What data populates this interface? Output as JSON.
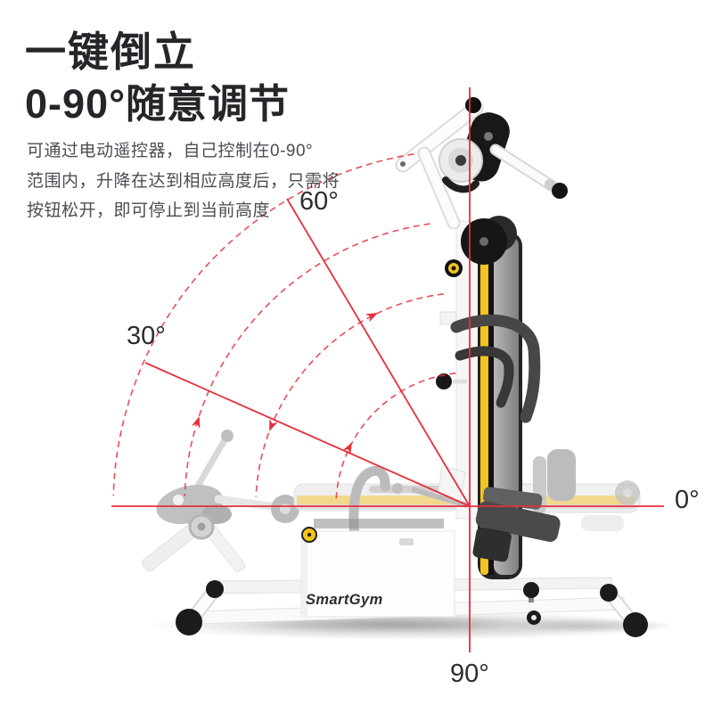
{
  "title": {
    "line1": "一键倒立",
    "line2": "0-90°随意调节"
  },
  "description": {
    "line1": "可通过电动遥控器，自己控制在0-90°",
    "line2": "范围内，升降在达到相应高度后，只需将",
    "line3": "按钮松开，即可停止到当前高度"
  },
  "angle_labels": {
    "deg60": "60°",
    "deg30": "30°",
    "deg0": "0°",
    "deg90": "90°"
  },
  "machine": {
    "logo": "SmartGym"
  },
  "colors": {
    "accent_red": "#e62f3b",
    "brand_yellow": "#f2c41d",
    "ghost_yellow": "#f0d279",
    "title_text": "#25262a",
    "body_text": "#4a4d52",
    "label_text": "#2b2d31",
    "machine_black": "#1b1b1d",
    "frame_white": "#fafafa",
    "ghost_gray": "#c3c3c3"
  }
}
